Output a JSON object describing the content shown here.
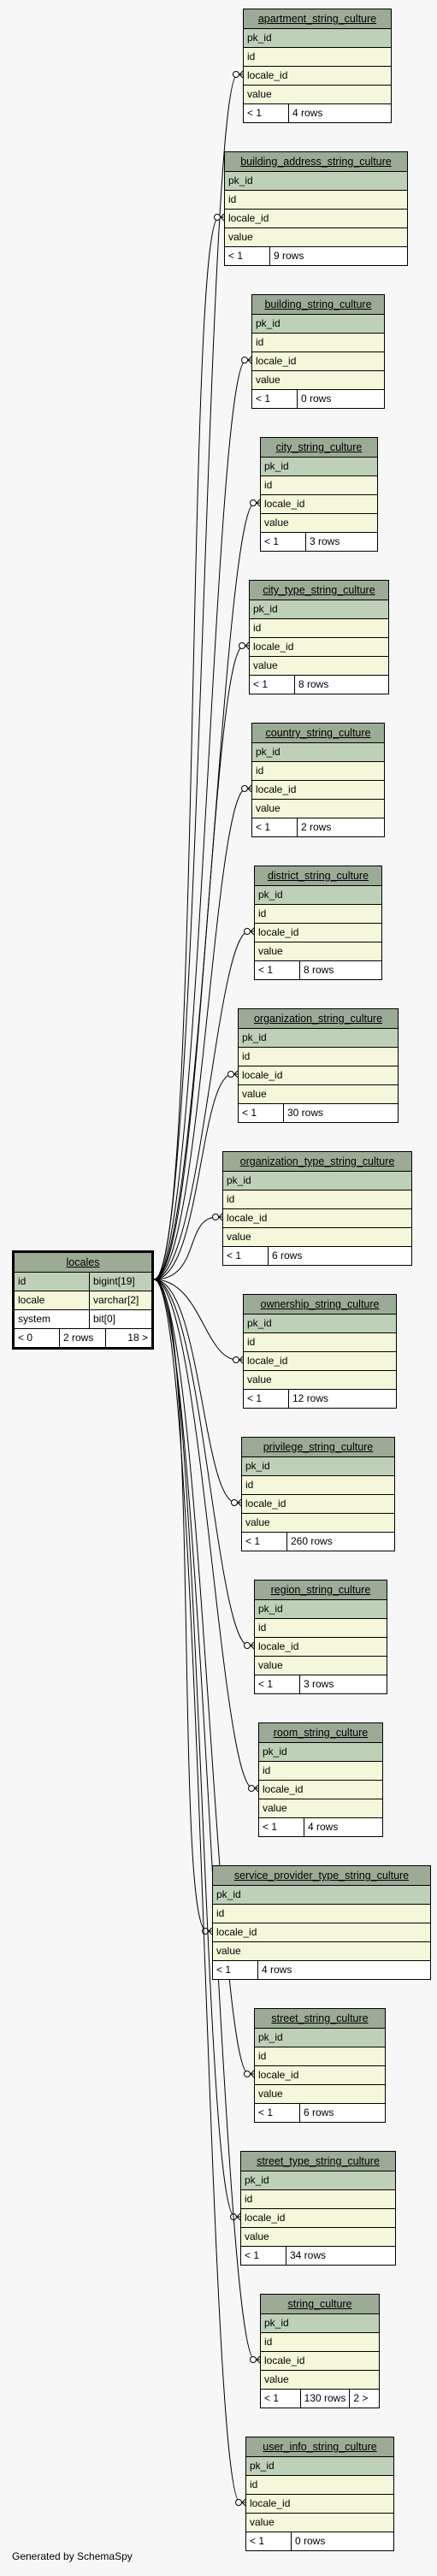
{
  "locales": {
    "name": "locales",
    "columns": [
      {
        "name": "id",
        "type": "bigint[19]"
      },
      {
        "name": "locale",
        "type": "varchar[2]"
      },
      {
        "name": "system",
        "type": "bit[0]"
      }
    ],
    "footer": {
      "relations": "< 0",
      "rows": "2 rows",
      "children": "18 >"
    }
  },
  "tables": [
    {
      "name": "apartment_string_culture",
      "rows": "4 rows"
    },
    {
      "name": "building_address_string_culture",
      "rows": "9 rows"
    },
    {
      "name": "building_string_culture",
      "rows": "0 rows"
    },
    {
      "name": "city_string_culture",
      "rows": "3 rows"
    },
    {
      "name": "city_type_string_culture",
      "rows": "8 rows"
    },
    {
      "name": "country_string_culture",
      "rows": "2 rows"
    },
    {
      "name": "district_string_culture",
      "rows": "8 rows"
    },
    {
      "name": "organization_string_culture",
      "rows": "30 rows"
    },
    {
      "name": "organization_type_string_culture",
      "rows": "6 rows"
    },
    {
      "name": "ownership_string_culture",
      "rows": "12 rows"
    },
    {
      "name": "privilege_string_culture",
      "rows": "260 rows"
    },
    {
      "name": "region_string_culture",
      "rows": "3 rows"
    },
    {
      "name": "room_string_culture",
      "rows": "4 rows"
    },
    {
      "name": "service_provider_type_string_culture",
      "rows": "4 rows"
    },
    {
      "name": "street_string_culture",
      "rows": "6 rows"
    },
    {
      "name": "street_type_string_culture",
      "rows": "34 rows"
    },
    {
      "name": "string_culture",
      "rows": "130 rows",
      "children": "2 >"
    },
    {
      "name": "user_info_string_culture",
      "rows": "0 rows"
    }
  ],
  "child_columns": [
    "pk_id",
    "id",
    "locale_id",
    "value"
  ],
  "child_relations": "< 1",
  "generated_by": "Generated by SchemaSpy"
}
